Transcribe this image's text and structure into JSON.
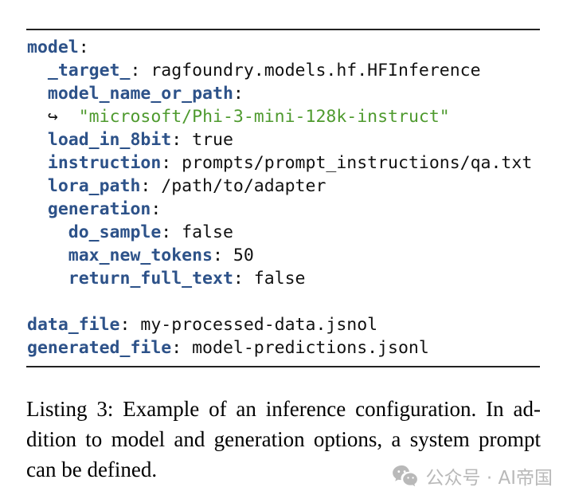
{
  "colors": {
    "key": "#2d5289",
    "string": "#4e9a2e",
    "text": "#111111",
    "rule": "#222222",
    "watermark": "#b9b9b9"
  },
  "code": {
    "language": "yaml",
    "lines": [
      [
        {
          "type": "key",
          "text": "model"
        },
        {
          "type": "plain",
          "text": ":"
        }
      ],
      [
        {
          "type": "plain",
          "text": "  "
        },
        {
          "type": "key",
          "text": "_target_"
        },
        {
          "type": "plain",
          "text": ": ragfoundry.models.hf.HFInference"
        }
      ],
      [
        {
          "type": "plain",
          "text": "  "
        },
        {
          "type": "key",
          "text": "model_name_or_path"
        },
        {
          "type": "plain",
          "text": ":"
        }
      ],
      [
        {
          "type": "plain",
          "text": "  "
        },
        {
          "type": "arrow",
          "text": "↪"
        },
        {
          "type": "plain",
          "text": "  "
        },
        {
          "type": "string",
          "text": "\"microsoft/Phi-3-mini-128k-instruct\""
        }
      ],
      [
        {
          "type": "plain",
          "text": "  "
        },
        {
          "type": "key",
          "text": "load_in_8bit"
        },
        {
          "type": "plain",
          "text": ": true"
        }
      ],
      [
        {
          "type": "plain",
          "text": "  "
        },
        {
          "type": "key",
          "text": "instruction"
        },
        {
          "type": "plain",
          "text": ": prompts/prompt_instructions/qa.txt"
        }
      ],
      [
        {
          "type": "plain",
          "text": "  "
        },
        {
          "type": "key",
          "text": "lora_path"
        },
        {
          "type": "plain",
          "text": ": /path/to/adapter"
        }
      ],
      [
        {
          "type": "plain",
          "text": "  "
        },
        {
          "type": "key",
          "text": "generation"
        },
        {
          "type": "plain",
          "text": ":"
        }
      ],
      [
        {
          "type": "plain",
          "text": "    "
        },
        {
          "type": "key",
          "text": "do_sample"
        },
        {
          "type": "plain",
          "text": ": false"
        }
      ],
      [
        {
          "type": "plain",
          "text": "    "
        },
        {
          "type": "key",
          "text": "max_new_tokens"
        },
        {
          "type": "plain",
          "text": ": 50"
        }
      ],
      [
        {
          "type": "plain",
          "text": "    "
        },
        {
          "type": "key",
          "text": "return_full_text"
        },
        {
          "type": "plain",
          "text": ": false"
        }
      ],
      [],
      [
        {
          "type": "key",
          "text": "data_file"
        },
        {
          "type": "plain",
          "text": ": my-processed-data.jsnol"
        }
      ],
      [
        {
          "type": "key",
          "text": "generated_file"
        },
        {
          "type": "plain",
          "text": ": model-predictions.jsonl"
        }
      ]
    ]
  },
  "caption": {
    "lines": [
      "Listing 3: Example of an inference configuration. In ad-",
      "dition to model and generation options, a system prompt",
      "can be defined."
    ]
  },
  "watermark": {
    "icon": "wechat-icon",
    "text": "公众号 · AI帝国"
  }
}
